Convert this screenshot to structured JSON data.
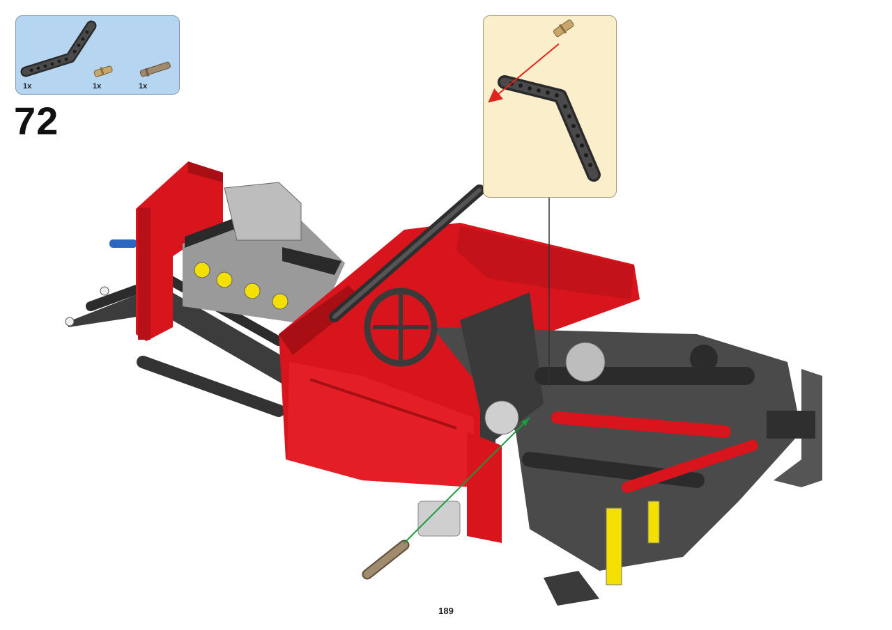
{
  "step": {
    "number": "72"
  },
  "parts_list": {
    "items": [
      {
        "part": "beam-bent-icon",
        "qty": "1x",
        "color": "#3a3a3a"
      },
      {
        "part": "pin-long-tan-icon",
        "qty": "1x",
        "color": "#c9a76a"
      },
      {
        "part": "axle-pin-brown-icon",
        "qty": "1x",
        "color": "#a08b6e"
      }
    ]
  },
  "colors": {
    "parts_box_bg": "#b5d5f0",
    "callout_bg": "#fbeecb",
    "model_red": "#d8141c",
    "model_dark": "#3c3c3c",
    "arrow_red": "#e0231c",
    "arrow_green": "#1a9a3a"
  },
  "page": {
    "number": "189"
  }
}
